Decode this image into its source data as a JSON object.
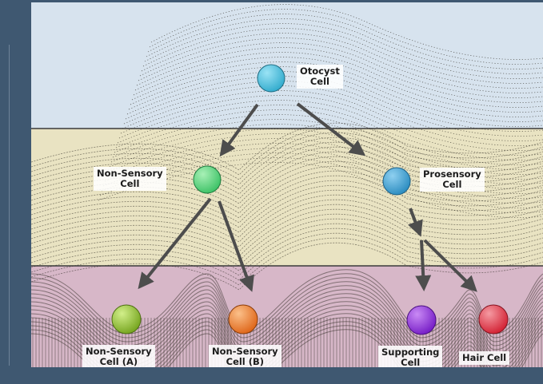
{
  "colors": {
    "page_background": "#3f5871",
    "band_top": "#d7e3ee",
    "band_middle": "#e9e3c2",
    "band_bottom": "#d7b7c8",
    "otocyst": "#37aecf",
    "non_sensory": "#42c46a",
    "prosensory": "#2f8fc2",
    "non_sensory_a": "#8fbd2e",
    "non_sensory_b": "#e8792a",
    "supporting": "#8b2fd6",
    "hair": "#e23a4a",
    "arrow": "#4d4d4d"
  },
  "cells": {
    "otocyst": {
      "line1": "Otocyst",
      "line2": "Cell",
      "icon": "ball-icon"
    },
    "non_sensory": {
      "line1": "Non-Sensory",
      "line2": "Cell",
      "icon": "ball-icon"
    },
    "prosensory": {
      "line1": "Prosensory",
      "line2": "Cell",
      "icon": "ball-icon"
    },
    "non_sensory_a": {
      "line1": "Non-Sensory",
      "line2": "Cell (A)",
      "icon": "ball-icon"
    },
    "non_sensory_b": {
      "line1": "Non-Sensory",
      "line2": "Cell (B)",
      "icon": "ball-icon"
    },
    "supporting": {
      "line1": "Supporting",
      "line2": "Cell",
      "icon": "ball-icon"
    },
    "hair": {
      "line1": "Hair Cell",
      "icon": "ball-icon"
    }
  }
}
